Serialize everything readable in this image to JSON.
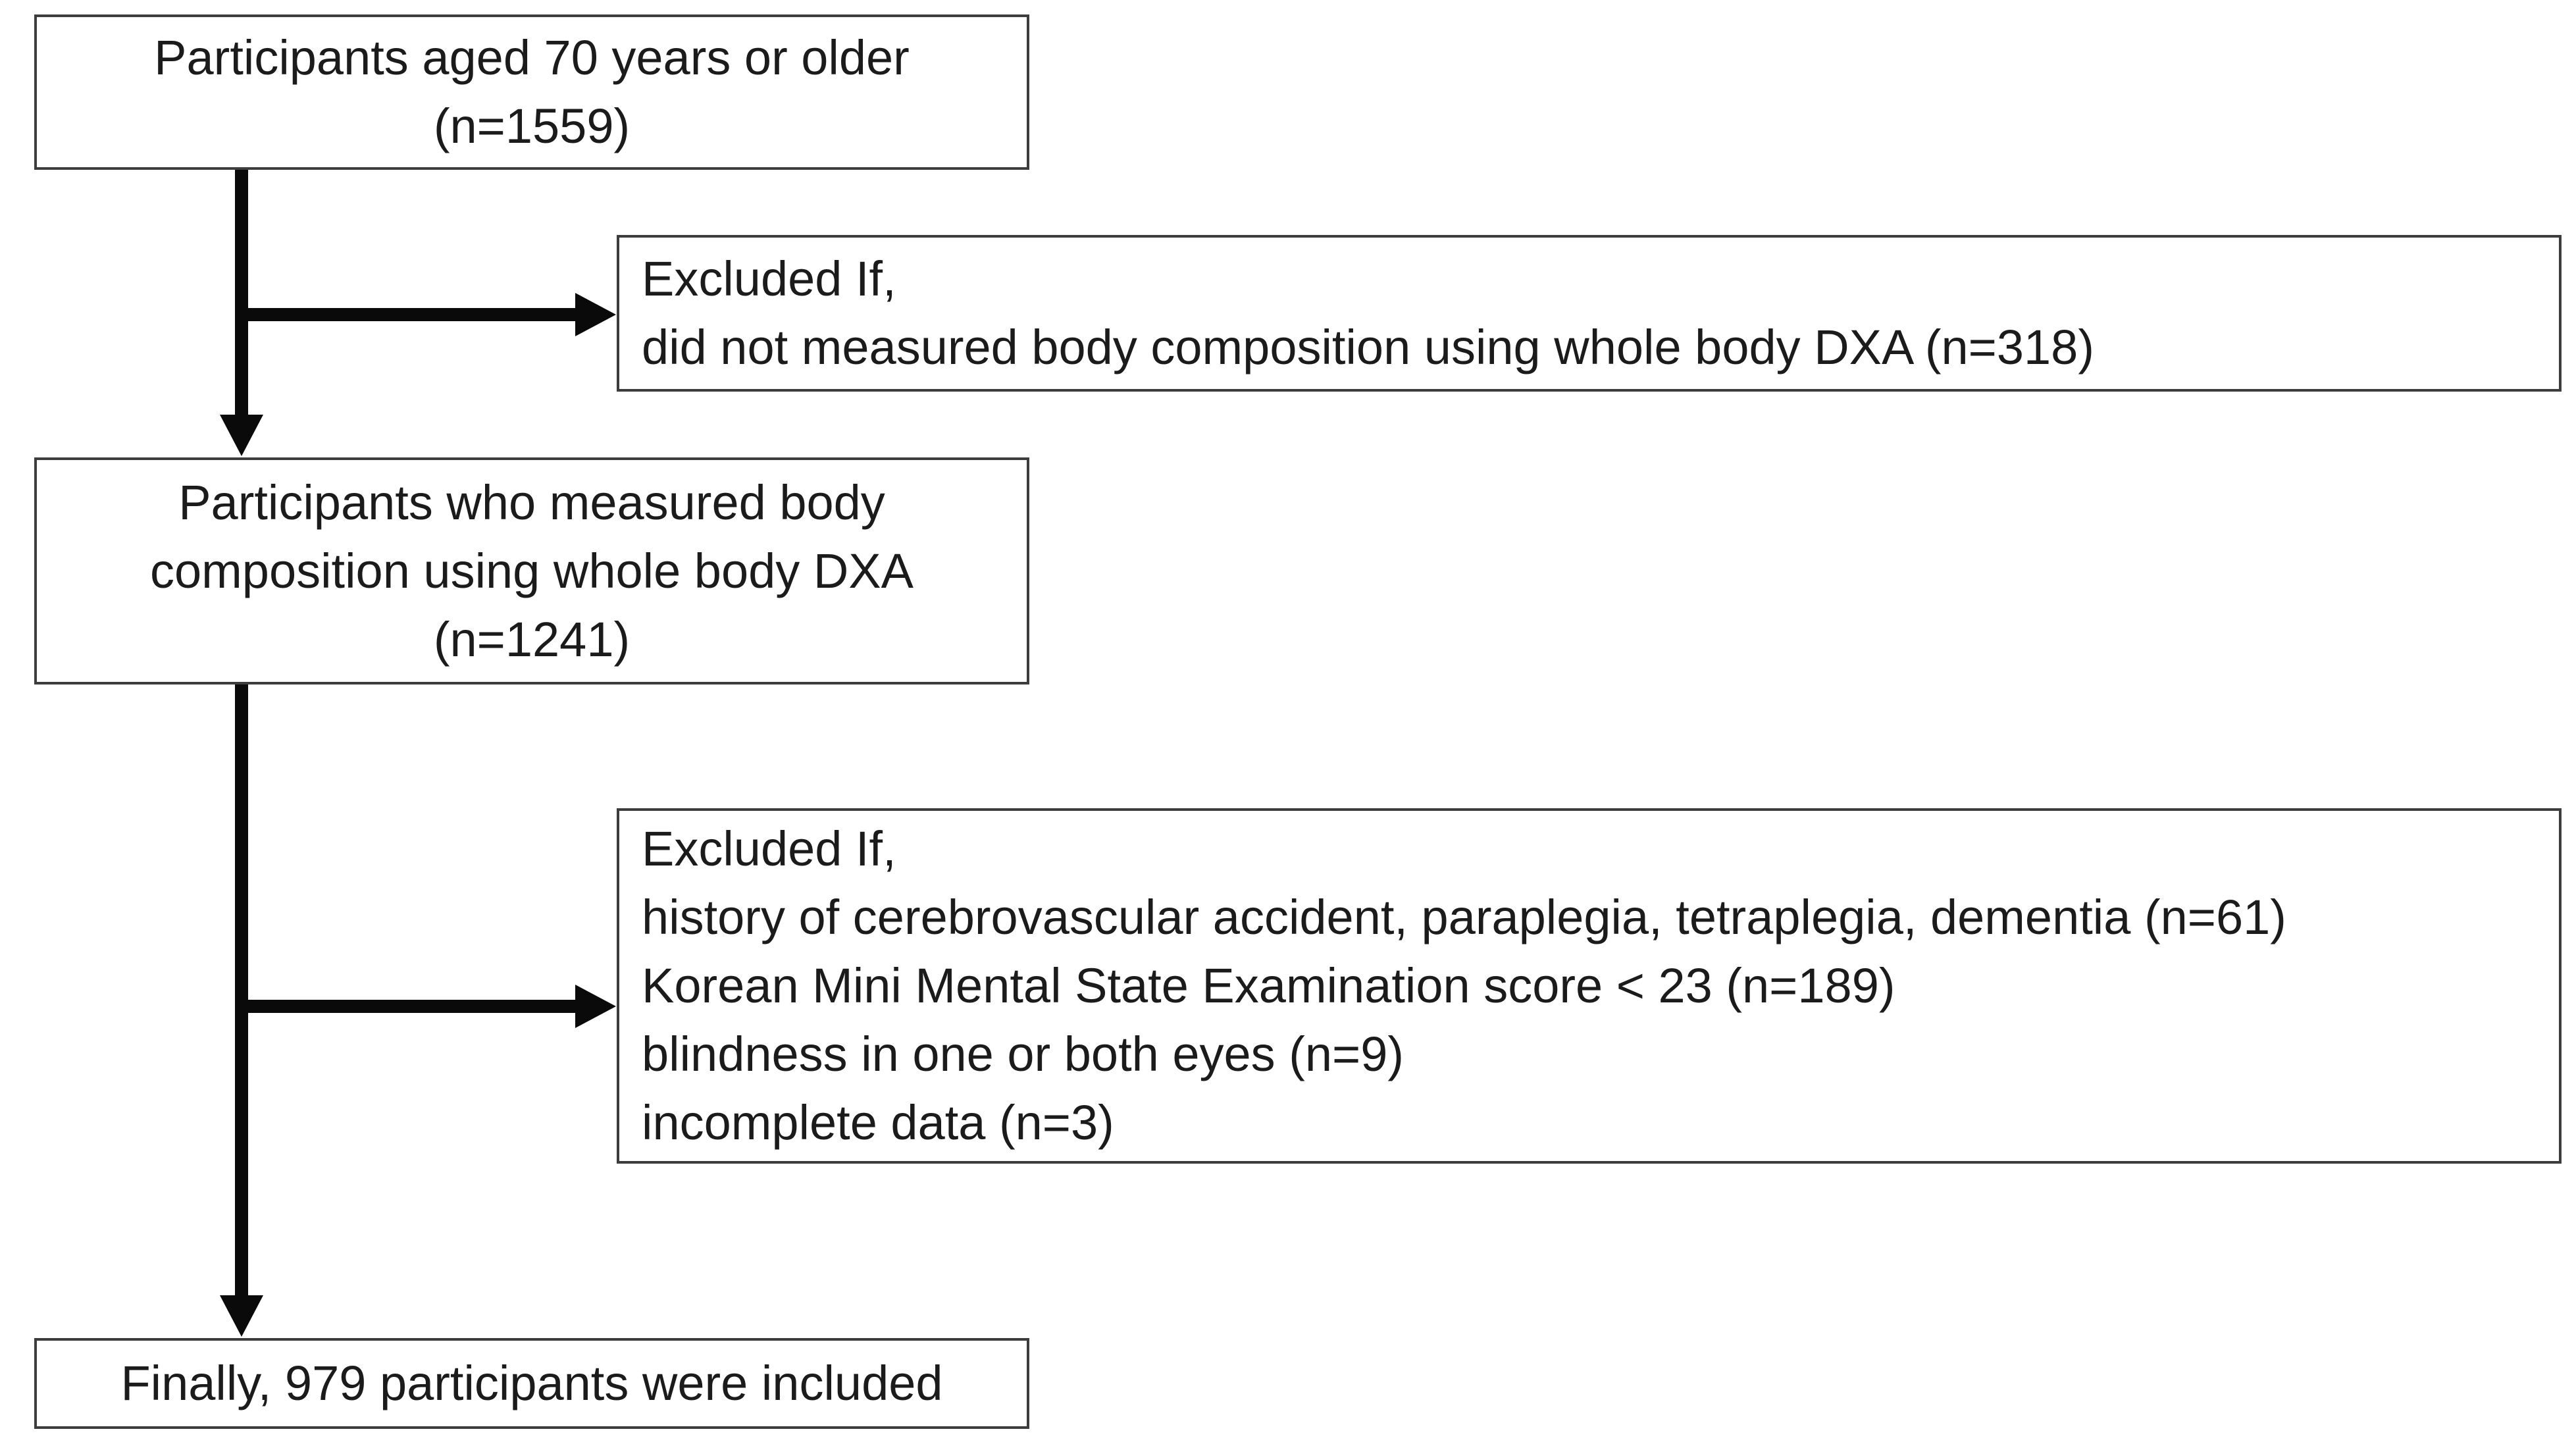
{
  "figure": {
    "kind": "participant-flow-diagram",
    "background_color": "#ffffff",
    "box_border_color": "#3d3d3d",
    "box_fill_color": "#ffffff",
    "arrow_color": "#0a0a0a",
    "text_color": "#1b1b1b"
  },
  "nodes": {
    "enrollment": {
      "lines": [
        "Participants aged 70 years or older",
        "(n=1559)"
      ]
    },
    "excluded1": {
      "lines": [
        "Excluded If,",
        "did not measured body composition using whole body DXA (n=318)"
      ]
    },
    "measured": {
      "lines": [
        "Participants who measured body",
        "composition using whole body DXA",
        "(n=1241)"
      ]
    },
    "excluded2": {
      "lines": [
        "Excluded If,",
        "history of cerebrovascular accident, paraplegia, tetraplegia, dementia (n=61)",
        "Korean Mini Mental State Examination score < 23 (n=189)",
        "blindness in one or both eyes (n=9)",
        "incomplete data (n=3)"
      ]
    },
    "final": {
      "lines": [
        "Finally, 979 participants were included"
      ]
    }
  }
}
